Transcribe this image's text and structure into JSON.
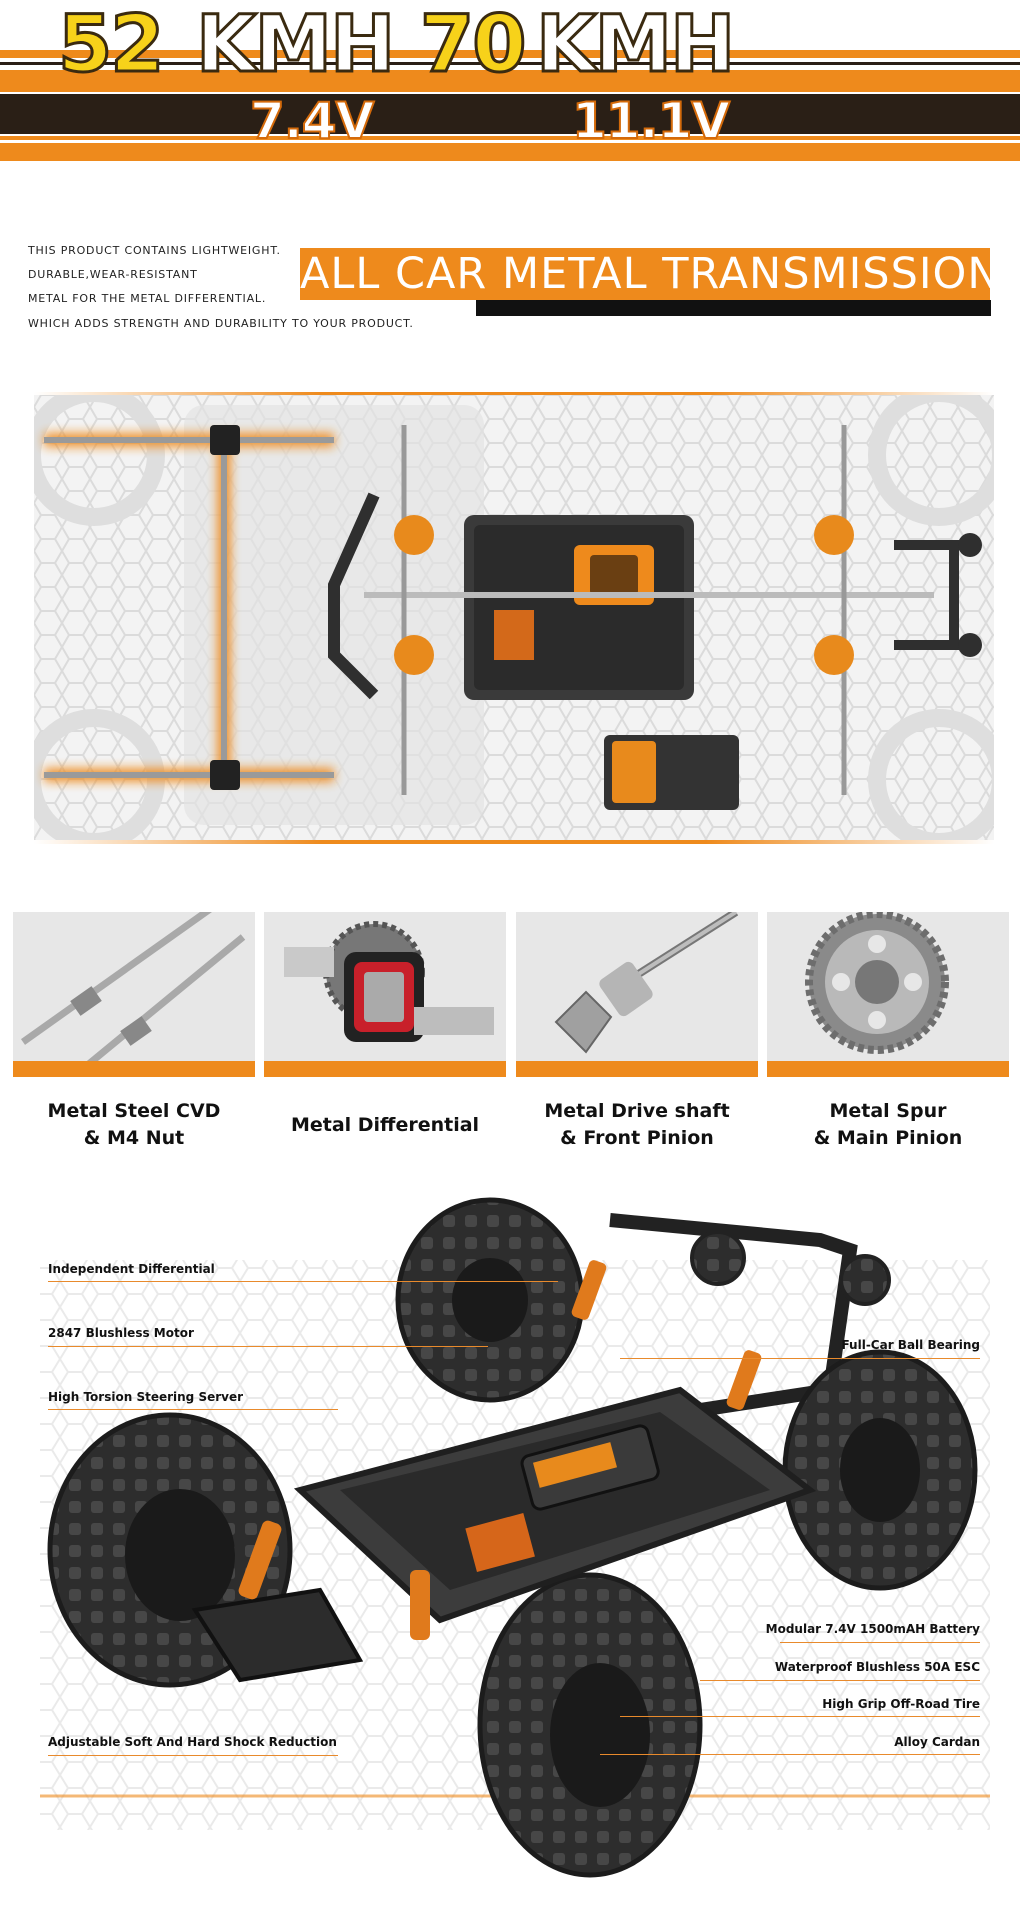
{
  "banner": {
    "speed1_value": "52",
    "speed1_unit": "KMH",
    "speed2_value": "70",
    "speed2_unit": "KMH",
    "voltage1": "7.4V",
    "voltage2": "11.1V",
    "colors": {
      "orange": "#ee8a1c",
      "dark": "#2a1f16",
      "yellow": "#f7d21a"
    }
  },
  "intro": {
    "lines": [
      "THIS PRODUCT CONTAINS LIGHTWEIGHT.",
      "DURABLE,WEAR-RESISTANT",
      "METAL FOR THE METAL DIFFERENTIAL.",
      "WHICH ADDS STRENGTH AND DURABILITY TO YOUR PRODUCT."
    ],
    "heading": "ALL CAR METAL TRANSMISSION"
  },
  "parts": [
    {
      "line1": "Metal Steel CVD",
      "line2": "& M4 Nut",
      "icon": "cvd-driveshaft-icon"
    },
    {
      "line1": "Metal Differential",
      "line2": "",
      "icon": "differential-icon"
    },
    {
      "line1": "Metal Drive shaft",
      "line2": "& Front Pinion",
      "icon": "pinion-shaft-icon"
    },
    {
      "line1": "Metal Spur",
      "line2": "& Main Pinion",
      "icon": "spur-gear-icon"
    }
  ],
  "callouts_left": [
    "Independent Differential",
    "2847 Blushless Motor",
    "High Torsion Steering Server",
    "Adjustable Soft And Hard Shock Reduction"
  ],
  "callouts_right": [
    "Full-Car Ball Bearing",
    "Modular 7.4V 1500mAH Battery",
    "Waterproof Blushless 50A ESC",
    "High Grip Off-Road Tire",
    "Alloy Cardan"
  ]
}
